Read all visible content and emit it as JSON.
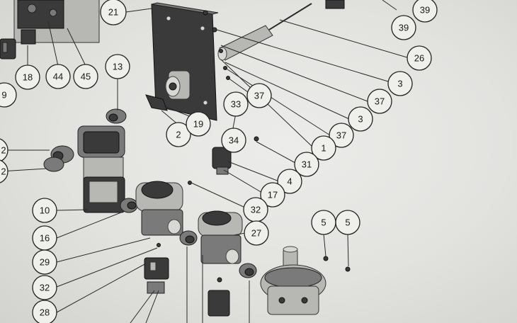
{
  "callouts": [
    {
      "id": "c21",
      "label": "21"
    },
    {
      "id": "c39a",
      "label": "39"
    },
    {
      "id": "c39b",
      "label": "39"
    },
    {
      "id": "c26",
      "label": "26"
    },
    {
      "id": "c3a",
      "label": "3"
    },
    {
      "id": "c37a",
      "label": "37"
    },
    {
      "id": "c3b",
      "label": "3"
    },
    {
      "id": "c37b",
      "label": "37"
    },
    {
      "id": "c37c",
      "label": "37"
    },
    {
      "id": "c33",
      "label": "33"
    },
    {
      "id": "c34",
      "label": "34"
    },
    {
      "id": "c1",
      "label": "1"
    },
    {
      "id": "c31",
      "label": "31"
    },
    {
      "id": "c4",
      "label": "4"
    },
    {
      "id": "c17",
      "label": "17"
    },
    {
      "id": "c32a",
      "label": "32"
    },
    {
      "id": "c27",
      "label": "27"
    },
    {
      "id": "c5a",
      "label": "5"
    },
    {
      "id": "c5b",
      "label": "5"
    },
    {
      "id": "c2",
      "label": "2"
    },
    {
      "id": "c19",
      "label": "19"
    },
    {
      "id": "c13",
      "label": "13"
    },
    {
      "id": "c18",
      "label": "18"
    },
    {
      "id": "c44",
      "label": "44"
    },
    {
      "id": "c45",
      "label": "45"
    },
    {
      "id": "c9",
      "label": "9"
    },
    {
      "id": "c12a",
      "label": "2"
    },
    {
      "id": "c12b",
      "label": "2"
    },
    {
      "id": "c10",
      "label": "10"
    },
    {
      "id": "c16",
      "label": "16"
    },
    {
      "id": "c29",
      "label": "29"
    },
    {
      "id": "c32b",
      "label": "32"
    },
    {
      "id": "c28",
      "label": "28"
    }
  ]
}
